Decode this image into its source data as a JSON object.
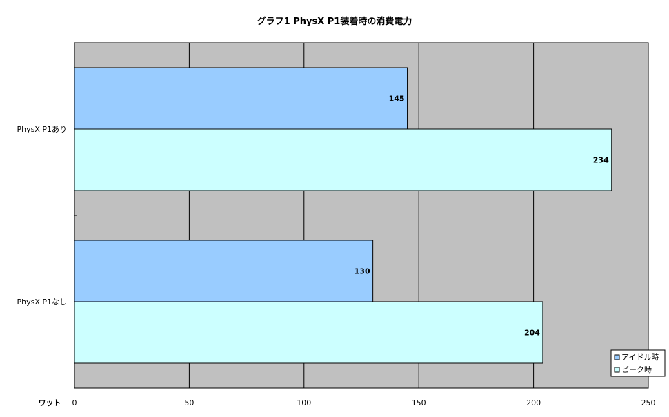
{
  "chart_data": {
    "type": "bar",
    "orientation": "horizontal",
    "title": "グラフ1 PhysX P1装着時の消費電力",
    "xlabel": "ワット",
    "ylabel": "",
    "categories": [
      "PhysX P1あり",
      "PhysX P1なし"
    ],
    "series": [
      {
        "name": "アイドル時",
        "values": [
          145,
          130
        ],
        "color": "#99ccff"
      },
      {
        "name": "ピーク時",
        "values": [
          234,
          204
        ],
        "color": "#ccffff"
      }
    ],
    "xlim": [
      0,
      250
    ],
    "ticks": [
      "0",
      "50",
      "100",
      "150",
      "200",
      "250"
    ],
    "grid": true,
    "legend_position": "bottom-right",
    "plot_background": "#c0c0c0",
    "data_labels": true
  }
}
